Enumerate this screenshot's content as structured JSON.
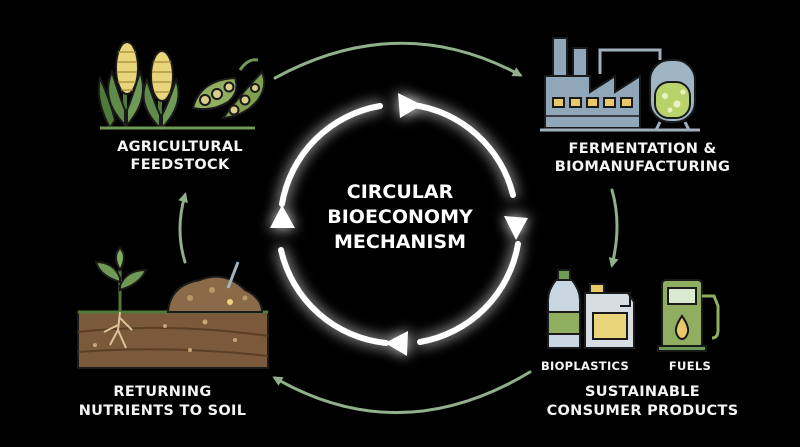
{
  "center": {
    "line1": "CIRCULAR",
    "line2": "BIOECONOMY",
    "line3": "MECHANISM"
  },
  "stages": {
    "feedstock": {
      "line1": "AGRICULTURAL",
      "line2": "FEEDSTOCK"
    },
    "fermentation": {
      "line1": "FERMENTATION &",
      "line2": "BIOMANUFACTURING"
    },
    "consumer": {
      "line1": "SUSTAINABLE",
      "line2": "CONSUMER PRODUCTS",
      "sub_bioplastics": "BIOPLASTICS",
      "sub_fuels": "FUELS"
    },
    "soil": {
      "line1": "RETURNING",
      "line2": "NUTRIENTS TO SOIL"
    }
  },
  "colors": {
    "background": "#000000",
    "cycle_ring": "#ffffff",
    "ring_glow": "#bfe8b0",
    "flow_arrow": "#8fb08a",
    "plant_green": "#5f8a4a",
    "corn_yellow": "#e9d67a",
    "factory_blue": "#8fa7b8",
    "soil_brown": "#7a5a3a"
  },
  "icons": [
    "corn-icon",
    "soybean-pod-icon",
    "factory-icon",
    "fermentation-tank-icon",
    "water-bottle-icon",
    "jerrycan-icon",
    "fuel-pump-icon",
    "sprout-icon",
    "soil-layer-icon",
    "compost-pile-icon"
  ]
}
